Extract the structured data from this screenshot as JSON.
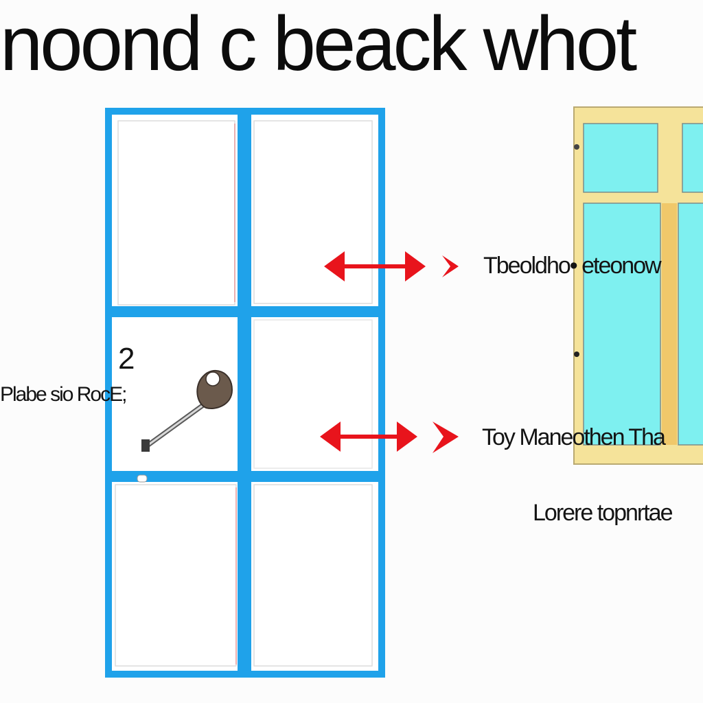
{
  "title": "noond c beack whot",
  "labels": {
    "right_top": "Tbeoldho• eteonow",
    "right_mid": "Toy Maneothen Tha",
    "right_bottom": "Lorere topnrtae",
    "left": "Plabe sio RocE;",
    "number": "2"
  },
  "colors": {
    "frame_blue": "#1fa2ea",
    "arrow_red": "#e8141c",
    "window_yellow": "#f5e39a",
    "glass_cyan": "#7ef0f0",
    "key_brown": "#6b5a4c"
  },
  "icons": [
    "double-arrow-icon",
    "red-chevron-icon",
    "key-icon"
  ]
}
